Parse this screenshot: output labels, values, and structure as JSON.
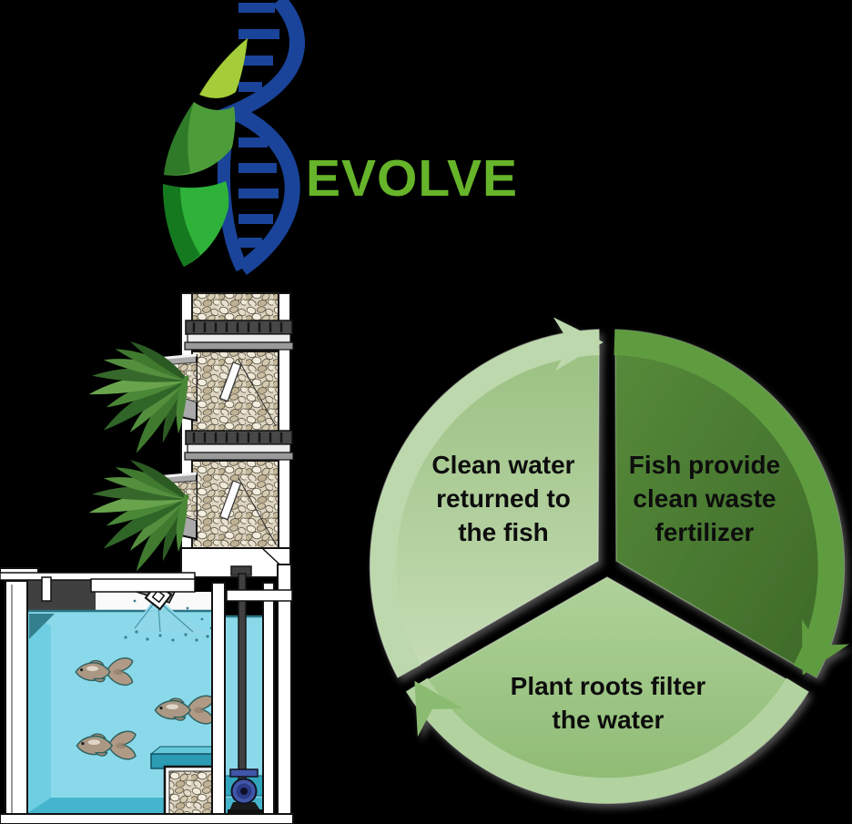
{
  "background_color": "#000000",
  "logo": {
    "brand": "EVOLVE",
    "brand_color": "#66b42a",
    "dna_color": "#1a449a",
    "leaf_colors": [
      "#a5cd39",
      "#4d9c3a",
      "#2eb23a",
      "#157a1f"
    ],
    "icons": [
      "leaf-icon",
      "dna-helix-icon"
    ]
  },
  "illustration": {
    "fish_count": 3,
    "colors": {
      "water": "#8ad9ea",
      "gravel": "#ddd5c1",
      "plants": "#3f7a2f",
      "pump": "#4056a8",
      "frame": "#ffffff"
    }
  },
  "cycle": {
    "direction": "clockwise",
    "text_color": "#0d0d0d",
    "steps": [
      {
        "id": "clean-water",
        "label": "Clean water\nreturned to\nthe fish",
        "fill_light": "#c7ddb6",
        "fill_dark": "#98bf7f",
        "arrow_color": "#bdd8ac"
      },
      {
        "id": "fish-waste",
        "label": "Fish provide\nclean waste\nfertilizer",
        "fill_light": "#578b3b",
        "fill_dark": "#406d2a",
        "arrow_color": "#5f9c40"
      },
      {
        "id": "plant-roots",
        "label": "Plant roots filter\nthe water",
        "fill_light": "#aed299",
        "fill_dark": "#8cb971",
        "arrow_color": "#8abb71"
      }
    ]
  }
}
